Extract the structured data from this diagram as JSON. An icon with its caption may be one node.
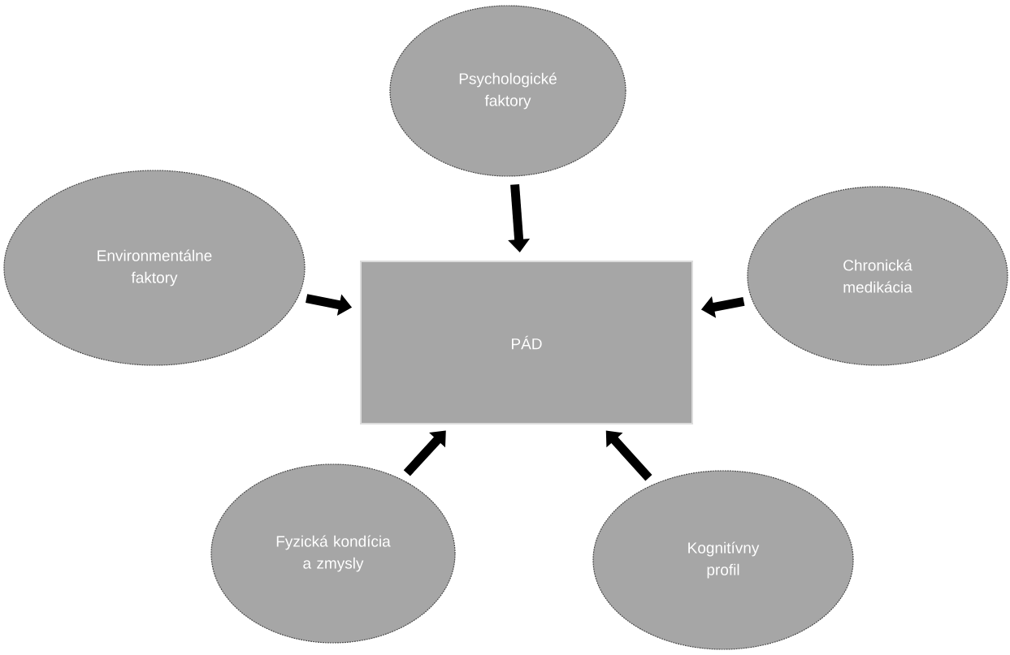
{
  "diagram": {
    "nodes": [
      {
        "text": [
          "Psychologické faktory"
        ]
      },
      {
        "text": [
          "Environmentálne faktory"
        ]
      },
      {
        "text": [
          "Chronická medikácia"
        ]
      },
      {
        "text": [
          "PÁD"
        ]
      },
      {
        "text": [
          "Fyzická kondícia a zmysly"
        ]
      },
      {
        "text": [
          "Kognitívny profil"
        ]
      }
    ],
    "edges": [
      {
        "from": 0,
        "to": 3,
        "arrow": "to"
      },
      {
        "from": 1,
        "to": 3,
        "arrow": "to"
      },
      {
        "from": 2,
        "to": 3,
        "arrow": "to"
      },
      {
        "from": 4,
        "to": 3,
        "arrow": "to"
      },
      {
        "from": 5,
        "to": 3,
        "arrow": "to"
      }
    ]
  }
}
